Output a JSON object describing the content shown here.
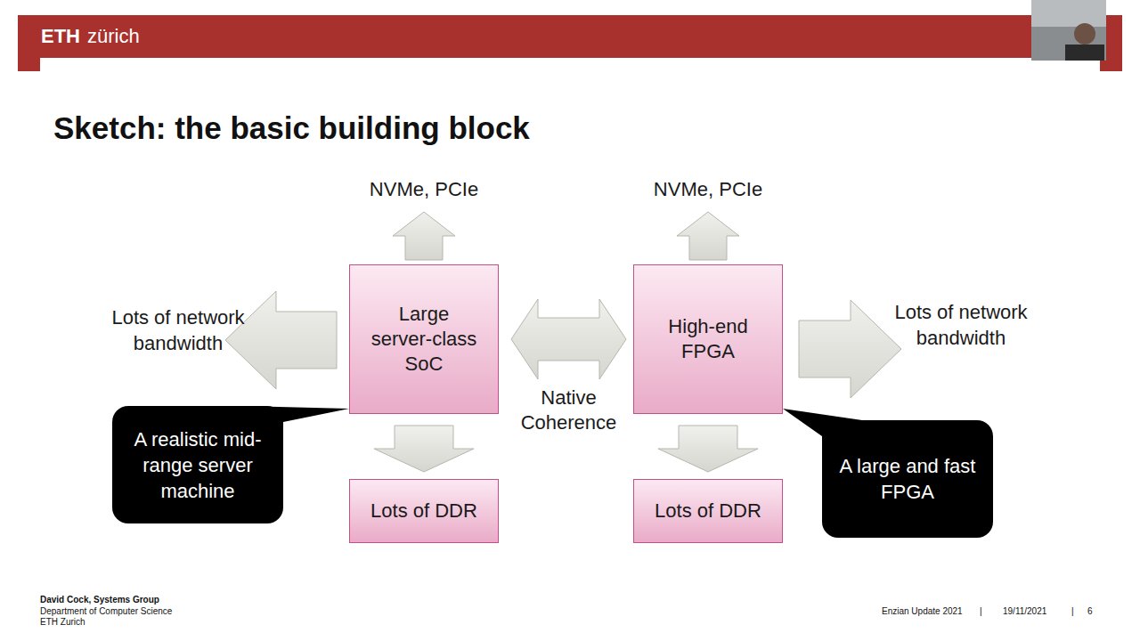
{
  "diagram": {
    "title": "Sketch: the basic building block",
    "nodes": [
      {
        "text": [
          "Large server-class SoC"
        ]
      },
      {
        "text": [
          "High-end FPGA"
        ]
      },
      {
        "text": [
          "A realistic mid-range server machine"
        ]
      },
      {
        "text": [
          "A large and fast FPGA"
        ]
      },
      {
        "text": [
          "Lots of DDR"
        ]
      },
      {
        "text": [
          "Lots of DDR"
        ]
      }
    ],
    "edges": [
      {
        "from": 0,
        "to": 1,
        "label": "Native Coherence",
        "arrow": "both"
      },
      {
        "from": 0,
        "to": 4,
        "arrow": "to"
      },
      {
        "from": 1,
        "to": 5,
        "arrow": "to"
      },
      {
        "from": 2,
        "to": 0,
        "arrow": "none"
      },
      {
        "from": 3,
        "to": 1,
        "arrow": "none"
      }
    ],
    "labels": [
      "ETH",
      "zürich",
      "NVMe, PCIe",
      "NVMe, PCIe",
      "Lots of network bandwidth",
      "Lots of network bandwidth",
      "David Cock, Systems Group",
      "Department of Computer Science",
      "ETH Zurich",
      "Enzian Update 2021",
      "|",
      "19/11/2021",
      "|",
      "6"
    ]
  }
}
